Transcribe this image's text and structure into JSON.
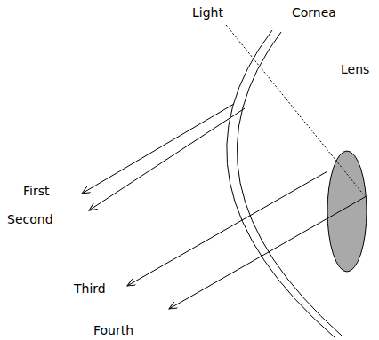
{
  "diagram": {
    "labels": [
      "Light",
      "Cornea",
      "Lens",
      "First",
      "Second",
      "Third",
      "Fourth"
    ]
  }
}
